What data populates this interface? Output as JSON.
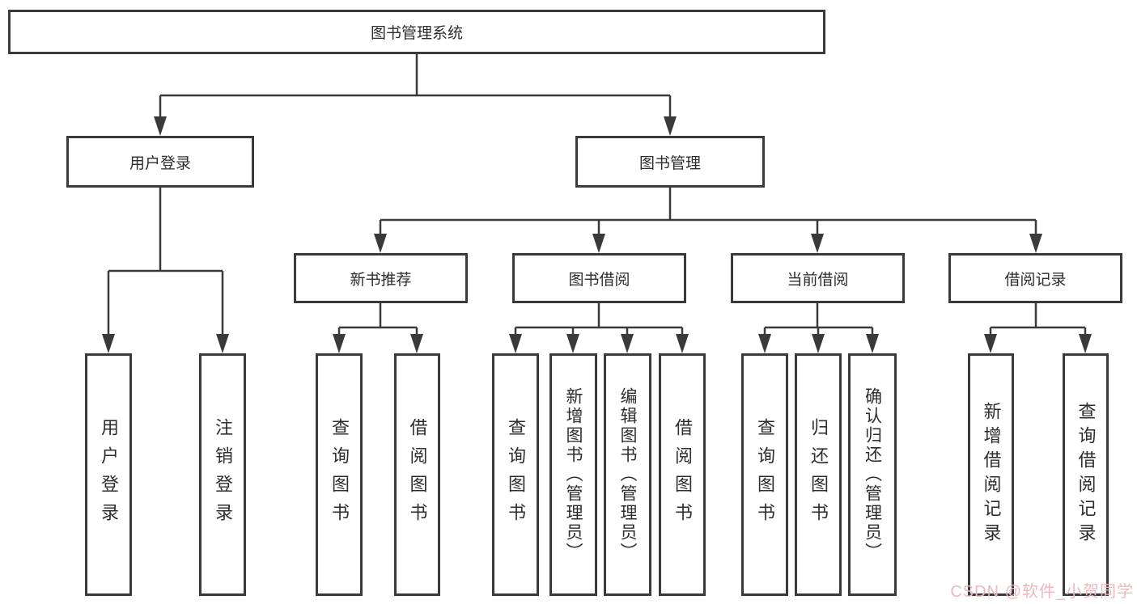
{
  "colors": {
    "line": "#3a3a3a",
    "text": "#2d2d2d",
    "watermark": "#edb9bd",
    "bg": "#ffffff"
  },
  "diagram": {
    "title": "图书管理系统",
    "groups": [
      {
        "label": "用户登录",
        "items": [
          "用户登录",
          "注销登录"
        ]
      },
      {
        "label": "图书管理",
        "sections": [
          {
            "label": "新书推荐",
            "items": [
              "查询图书",
              "借阅图书"
            ]
          },
          {
            "label": "图书借阅",
            "items": [
              "查询图书",
              "新增图书（管理员）",
              "编辑图书（管理员）",
              "借阅图书"
            ]
          },
          {
            "label": "当前借阅",
            "items": [
              "查询图书",
              "归还图书",
              "确认归还（管理员）"
            ]
          },
          {
            "label": "借阅记录",
            "items": [
              "新增借阅记录",
              "查询借阅记录"
            ]
          }
        ]
      }
    ]
  },
  "watermark": {
    "text": "CSDN @软件_小贺同学"
  }
}
